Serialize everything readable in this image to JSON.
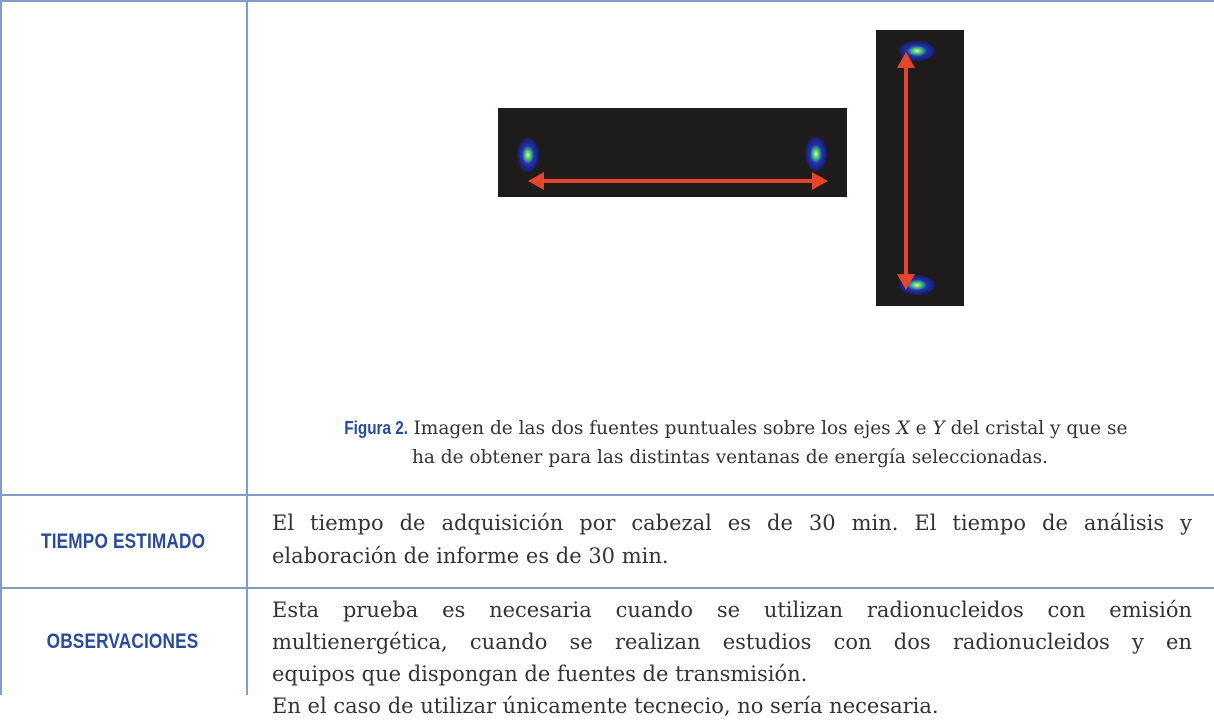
{
  "figure": {
    "caption_label": "Figura 2.",
    "caption_line1_a": "Imagen de las dos fuentes puntuales sobre los ejes",
    "caption_x": "X",
    "caption_e": "e",
    "caption_y": "Y",
    "caption_line1_b": "del cristal y que se",
    "caption_line2": "ha de obtener para las distintas ventanas de energía seleccionadas."
  },
  "rows": [
    {
      "label": "TIEMPO ESTIMADO",
      "text_lines": [
        "El tiempo de adquisición por cabezal es de 30 min. El tiempo de análisis y",
        "elaboración de informe es de 30 min."
      ]
    },
    {
      "label": "OBSERVACIONES",
      "text_lines": [
        "Esta prueba es necesaria cuando se utilizan radionucleidos con emisión",
        "multienergética, cuando se realizan estudios con dos radionucleidos y en",
        "equipos que dispongan de fuentes de transmisión.",
        "En el caso de utilizar únicamente tecnecio, no sería necesaria."
      ]
    }
  ],
  "colors": {
    "border": "#7f9dc5",
    "label": "#2a4b9b",
    "arrow": "#e8432c",
    "panel": "#1e1b1b"
  }
}
